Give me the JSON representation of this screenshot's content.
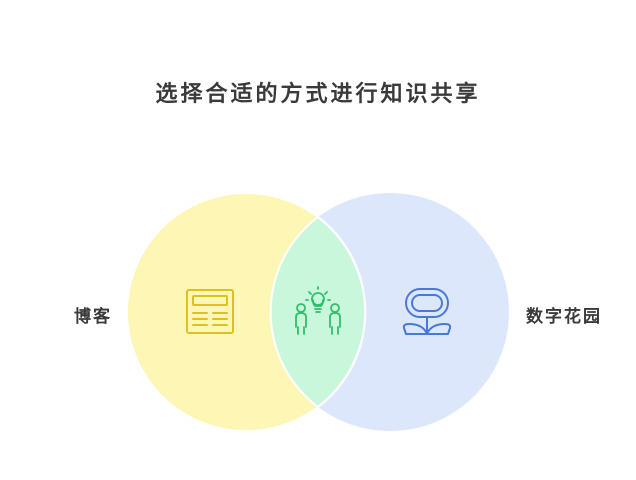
{
  "title": "选择合适的方式进行知识共享",
  "sets": [
    {
      "label": "博客",
      "icon": "newspaper-icon",
      "color": "#fef6b4",
      "stroke": "#e6c72a"
    },
    {
      "label": "数字花园",
      "icon": "flower-icon",
      "color": "#dce7fc",
      "stroke": "#4a78d6"
    }
  ],
  "intersection": {
    "icon": "people-idea-icon",
    "color": "#c9f7dc",
    "stroke": "#2fbf6a"
  }
}
